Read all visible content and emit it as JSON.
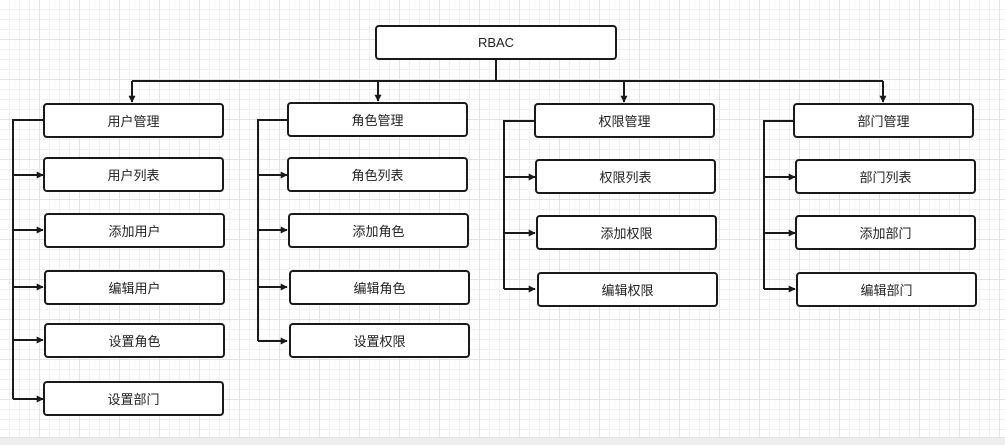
{
  "diagram": {
    "root": {
      "label": "RBAC"
    },
    "branches": [
      {
        "id": "user",
        "label": "用户管理",
        "children": [
          "用户列表",
          "添加用户",
          "编辑用户",
          "设置角色",
          "设置部门"
        ]
      },
      {
        "id": "role",
        "label": "角色管理",
        "children": [
          "角色列表",
          "添加角色",
          "编辑角色",
          "设置权限"
        ]
      },
      {
        "id": "perm",
        "label": "权限管理",
        "children": [
          "权限列表",
          "添加权限",
          "编辑权限"
        ]
      },
      {
        "id": "dept",
        "label": "部门管理",
        "children": [
          "部门列表",
          "添加部门",
          "编辑部门"
        ]
      }
    ]
  },
  "colors": {
    "stroke": "#1a1a1a",
    "node_fill": "#ffffff",
    "text": "#222222"
  }
}
